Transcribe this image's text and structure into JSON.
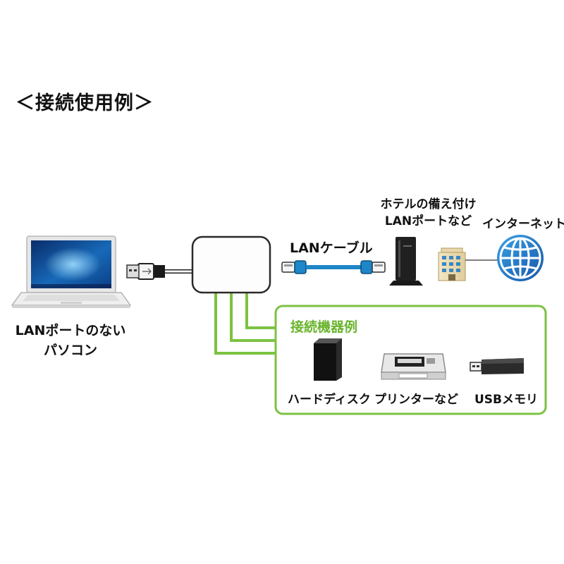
{
  "title": "＜接続使用例＞",
  "laptop_label": [
    "LANポートのない",
    "パソコン"
  ],
  "lan_cable_label": "LANケーブル",
  "hotel_lan_label": [
    "ホテルの備え付け",
    "LANポートなど"
  ],
  "internet_label": "インターネット",
  "devices_box": {
    "title": "接続機器例",
    "items": [
      "ハードディスク",
      "プリンターなど",
      "USBメモリ"
    ]
  },
  "colors": {
    "accent_green": "#7cc242",
    "devices_title": "#6ab42d",
    "cable_blue": "#1c86c8",
    "globe_blue": "#1f77c8"
  },
  "icons": [
    "laptop-icon",
    "usb-plug-icon",
    "hub-icon",
    "lan-cable-icon",
    "router-icon",
    "building-icon",
    "globe-icon",
    "hard-disk-icon",
    "printer-icon",
    "usb-memory-icon"
  ]
}
